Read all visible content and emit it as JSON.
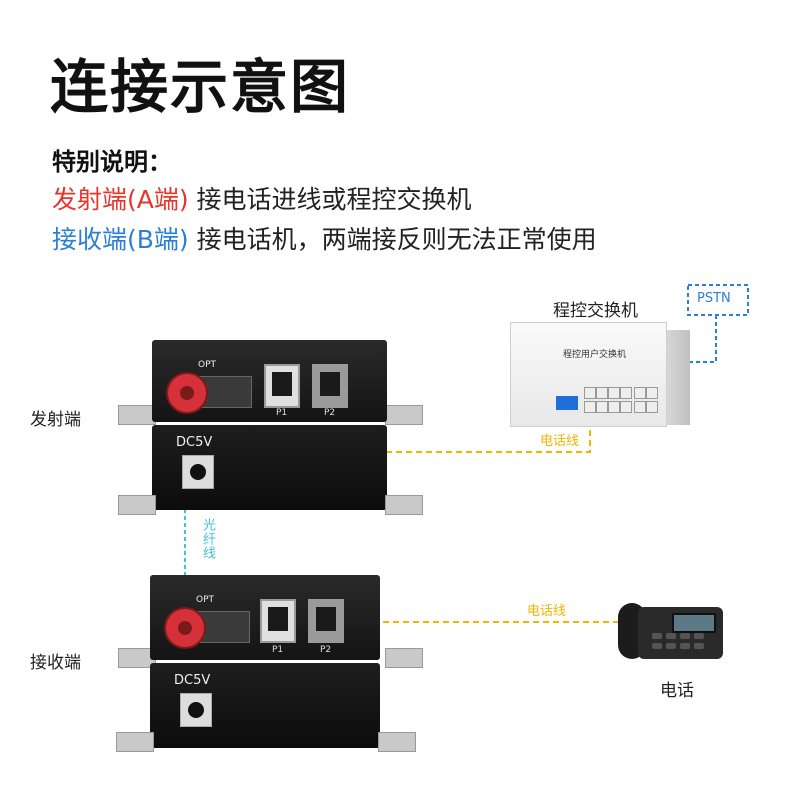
{
  "title": "连接示意图",
  "note": {
    "heading": "特别说明：",
    "line1_highlight": "发射端(A端)",
    "line1_rest": " 接电话进线或程控交换机",
    "line2_highlight": "接收端(B端)",
    "line2_rest": " 接电话机，两端接反则无法正常使用"
  },
  "labels": {
    "switch": "程控交换机",
    "pstn": "PSTN",
    "switch_brand": "程控用户交换机",
    "sender": "发射端",
    "receiver": "接收端",
    "fiber": "光纤线",
    "phone_line_top": "电话线",
    "phone_line_bottom": "电话线",
    "phone": "电话"
  },
  "device": {
    "opt": "OPT",
    "p1": "P1",
    "p2": "P2",
    "dc": "DC5V"
  },
  "colors": {
    "accent_red": "#e8342a",
    "accent_blue": "#2b7fd8",
    "phone_line": "#f5b400",
    "fiber_line": "#3fc3d8",
    "pstn_line": "#2b7fd8"
  }
}
